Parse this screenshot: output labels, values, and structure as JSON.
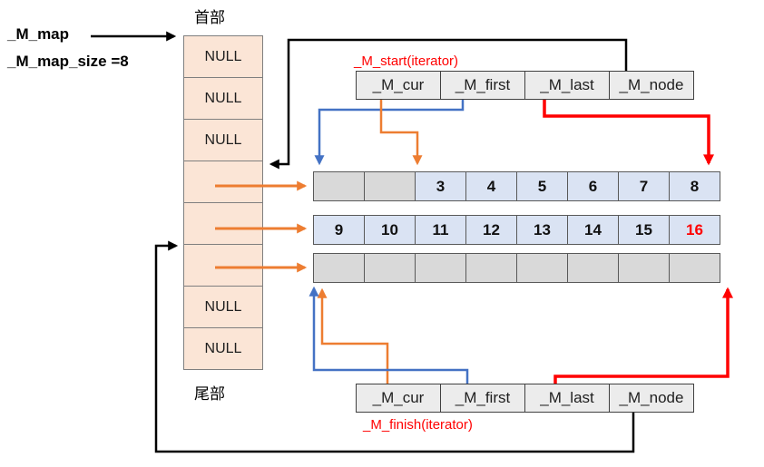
{
  "left_labels": {
    "m_map": "_M_map",
    "m_map_size": "_M_map_size =8"
  },
  "map": {
    "head_label": "首部",
    "tail_label": "尾部",
    "cells": [
      "NULL",
      "NULL",
      "NULL",
      "",
      "",
      "",
      "NULL",
      "NULL"
    ]
  },
  "start_iterator": {
    "label": "_M_start(iterator)",
    "fields": [
      "_M_cur",
      "_M_first",
      "_M_last",
      "_M_node"
    ]
  },
  "finish_iterator": {
    "label": "_M_finish(iterator)",
    "fields": [
      "_M_cur",
      "_M_first",
      "_M_last",
      "_M_node"
    ]
  },
  "buffers": {
    "row1": [
      "",
      "",
      "3",
      "4",
      "5",
      "6",
      "7",
      "8"
    ],
    "row2": [
      "9",
      "10",
      "11",
      "12",
      "13",
      "14",
      "15",
      "16"
    ],
    "row3": [
      "",
      "",
      "",
      "",
      "",
      "",
      "",
      ""
    ]
  },
  "colors": {
    "map_cell_fill": "#fbe5d6",
    "buffer_filled_fill": "#dae3f3",
    "buffer_empty_fill": "#d9d9d9",
    "iterator_cell_fill": "#ececec",
    "arrow_black": "#000000",
    "arrow_blue": "#4472c4",
    "arrow_orange": "#ed7d31",
    "arrow_red": "#ff0000",
    "highlight_value_red": "#ff0000"
  }
}
